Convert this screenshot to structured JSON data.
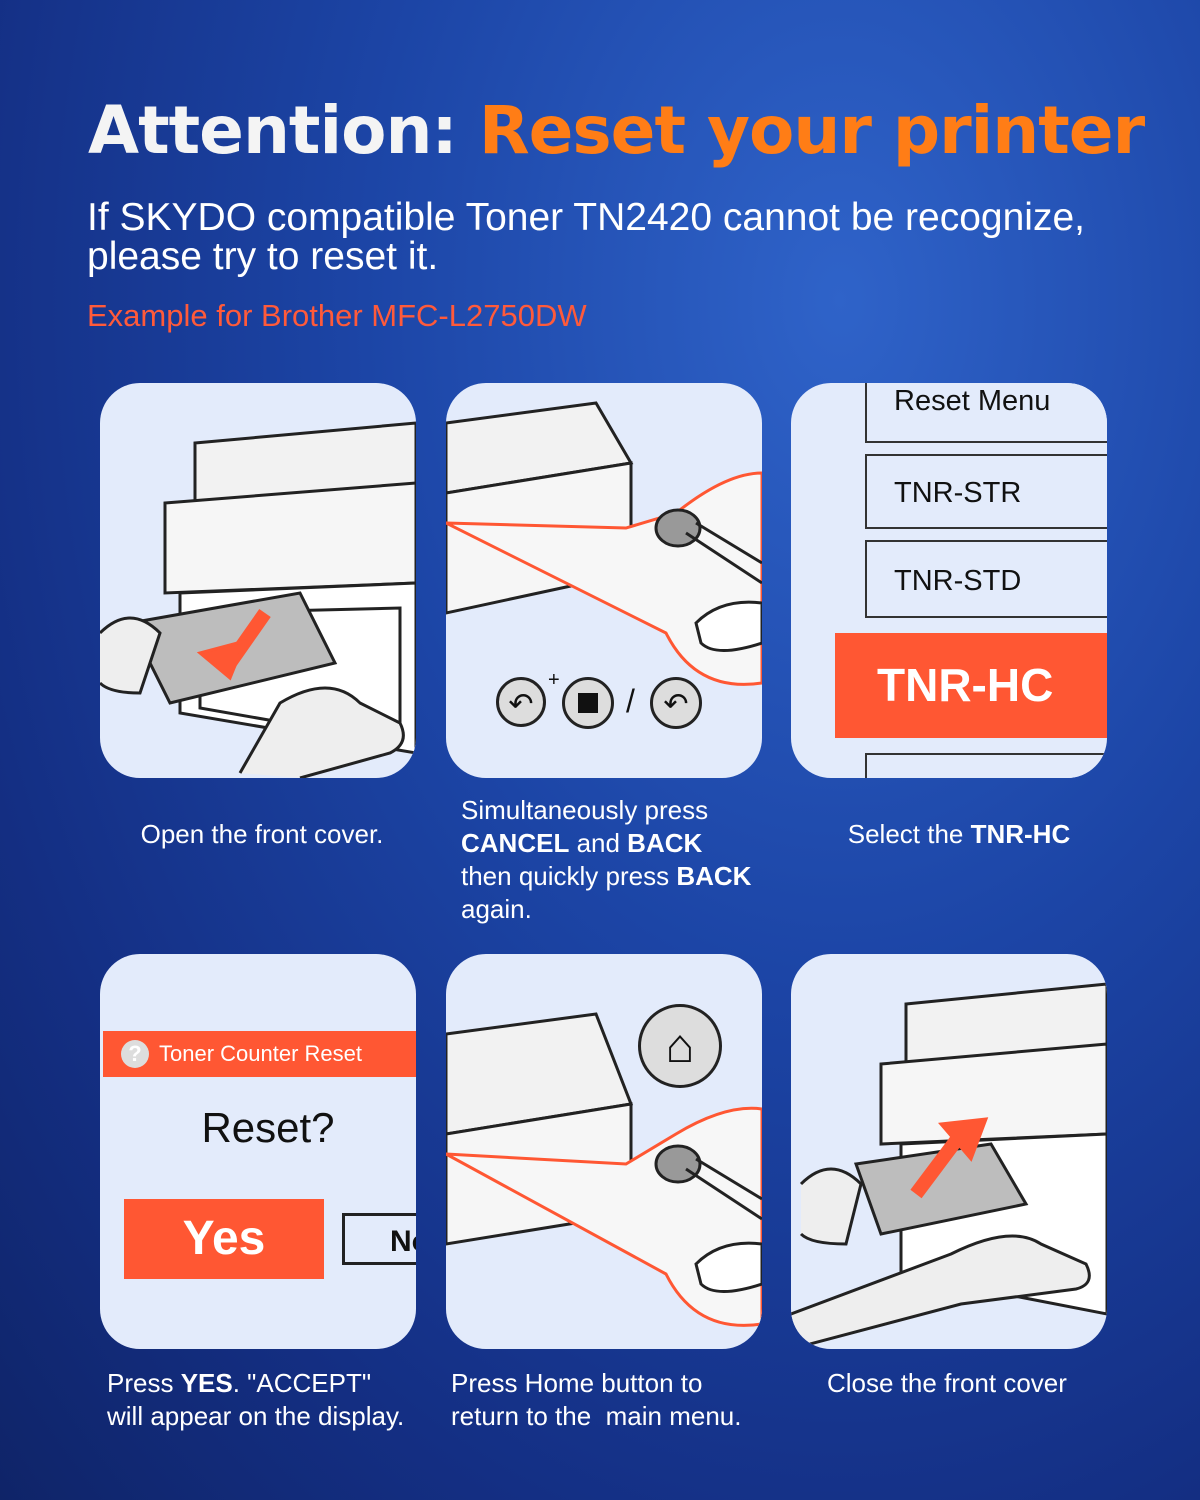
{
  "header": {
    "title_prefix": "Attention:",
    "title_highlight": "Reset your printer",
    "subtitle": "If SKYDO compatible Toner TN2420 cannot be recognize, please try to reset it.",
    "example": "Example for Brother MFC-L2750DW"
  },
  "colors": {
    "accent": "#ff7d16",
    "highlight": "#ff5733",
    "panel": "#e3ebfb"
  },
  "steps": [
    {
      "caption": "Open the front cover."
    },
    {
      "caption_parts": [
        "Simultaneously press",
        "CANCEL",
        " and ",
        "BACK",
        "then quickly press ",
        "BACK",
        "again."
      ],
      "slash": "/",
      "plus": "+"
    },
    {
      "caption_pre": "Select the ",
      "caption_bold": "TNR-HC",
      "menu": [
        "Reset Menu",
        "TNR-STR",
        "TNR-STD",
        "TNR-HC"
      ]
    },
    {
      "caption_bold": "YES",
      "caption_pre": "Press ",
      "caption_post": ". \"ACCEPT\"",
      "caption_line2": "will appear on the display.",
      "screen_title": "Toner Counter Reset",
      "question": "Reset?",
      "yes": "Yes",
      "no": "No",
      "help_icon": "?"
    },
    {
      "caption_line1": "Press Home button to",
      "caption_line2": "return to the  main menu."
    },
    {
      "caption": "Close the front cover"
    }
  ]
}
